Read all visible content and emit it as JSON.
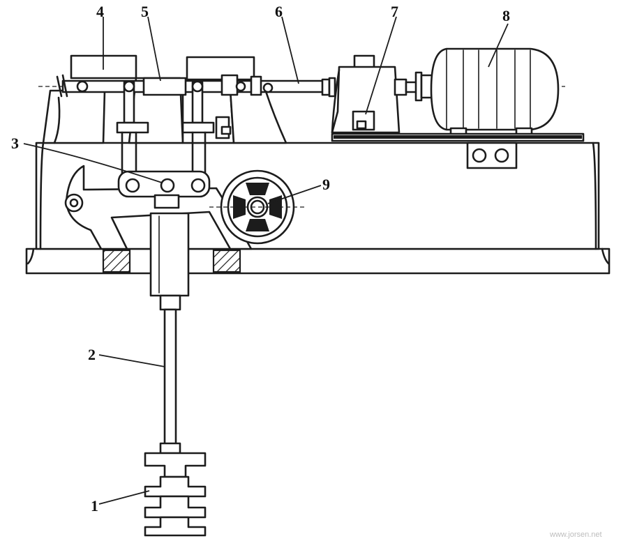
{
  "callouts": {
    "part_1": "1",
    "part_2": "2",
    "part_3": "3",
    "part_4": "4",
    "part_5": "5",
    "part_6": "6",
    "part_7": "7",
    "part_8": "8",
    "part_9": "9"
  },
  "watermark": "www.jorsen.net",
  "colors": {
    "line": "#1c1c1c",
    "background": "#ffffff"
  }
}
